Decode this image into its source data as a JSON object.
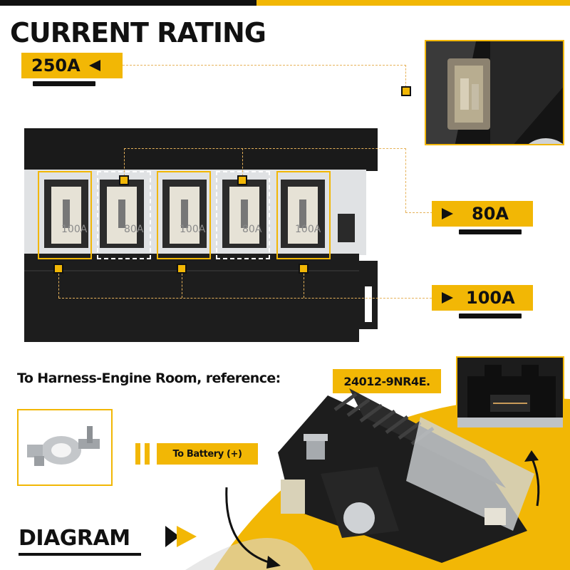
{
  "title": "CURRENT RATING",
  "ratings": {
    "r250": "250A",
    "r80": "80A",
    "r100": "100A"
  },
  "fuse_labels": [
    "100A",
    "80A",
    "100A",
    "80A",
    "100A"
  ],
  "harness": {
    "text": "To Harness-Engine Room, reference:",
    "reference": "24012-9NR4E."
  },
  "battery_label": "To Battery (+)",
  "diagram_label": "DIAGRAM",
  "colors": {
    "accent": "#f2b705",
    "dark": "#111111",
    "dash": "#e6b25a"
  },
  "icons": [
    "arrow-left-icon",
    "arrow-right-icon",
    "play-arrow-icon",
    "curved-arrow-icon"
  ]
}
